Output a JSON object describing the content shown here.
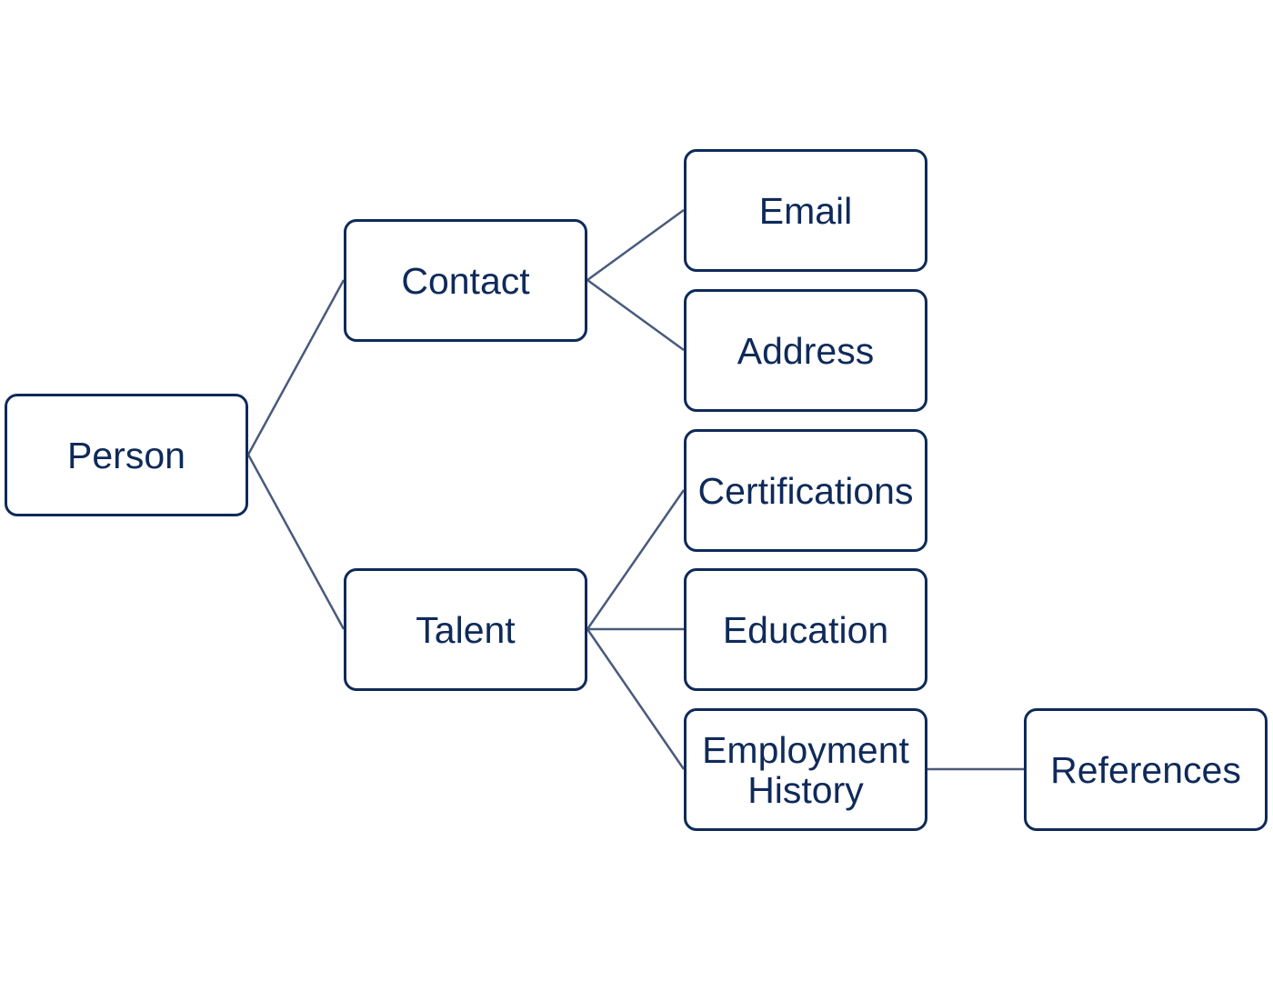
{
  "diagram": {
    "nodes": {
      "person": "Person",
      "contact": "Contact",
      "talent": "Talent",
      "email": "Email",
      "address": "Address",
      "certifications": "Certifications",
      "education": "Education",
      "employment_history": "Employment\nHistory",
      "references": "References"
    },
    "edges": [
      [
        "person",
        "contact"
      ],
      [
        "person",
        "talent"
      ],
      [
        "contact",
        "email"
      ],
      [
        "contact",
        "address"
      ],
      [
        "talent",
        "certifications"
      ],
      [
        "talent",
        "education"
      ],
      [
        "talent",
        "employment_history"
      ],
      [
        "employment_history",
        "references"
      ]
    ],
    "colors": {
      "border": "#0f2a5a",
      "text": "#0f2a5a",
      "connector": "#4a5a7c",
      "background": "#ffffff"
    }
  }
}
